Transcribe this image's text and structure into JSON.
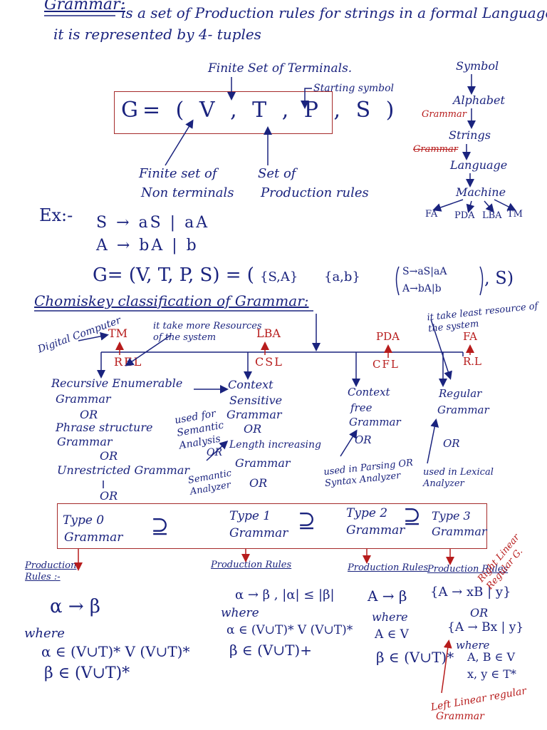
{
  "header": {
    "title": "Grammar:",
    "definition": "is a set of Production rules for strings in a formal Language",
    "tuple_note": "it is represented by 4- tuples"
  },
  "tuple": {
    "formula": "G= ( V , T , P , S )",
    "finite_terminals": "Finite Set of Terminals.",
    "starting_symbol": "Starting symbol",
    "finite_nonterminals_1": "Finite set of",
    "finite_nonterminals_2": "Non terminals",
    "production_rules_1": "Set of",
    "production_rules_2": "Production rules"
  },
  "hierarchy": {
    "items": [
      "Symbol",
      "Alphabet",
      "Strings",
      "Language",
      "Machine"
    ],
    "grammar_label": "Grammar",
    "struck_label": "Grammar",
    "machines": [
      "FA",
      "PDA",
      "LBA",
      "TM"
    ]
  },
  "example": {
    "label": "Ex:-",
    "rule1": "S → aS | aA",
    "rule2": "A → bA | b",
    "full": "G= (V, T, P, S) = ( {S, A}, {a, b}, { S→aS|aA ; A→bA|b }, S)",
    "set_v": "{S,A}",
    "set_t": "{a,b}",
    "set_p1": "S→aS|aA",
    "set_p2": "A→bA|b"
  },
  "chomsky": {
    "heading": "Chomiskey classification of Grammar:",
    "digital_computer": "Digital Computer",
    "takes_more": "it take more Resources of the system",
    "takes_least": "it take least resource of the system",
    "col1": {
      "machine": "TM",
      "lang": "REL",
      "names": [
        "Recursive Enumerable",
        "Grammar",
        "OR",
        "Phrase structure",
        "Grammar",
        "OR",
        "Unrestricted Grammar"
      ],
      "or_below": "OR",
      "type": [
        "Type 0",
        "Grammar"
      ],
      "prod_heading": "Production Rules :-",
      "rule": "α → β",
      "where": "where",
      "cond1": "α ∈ (V∪T)* V (V∪T)*",
      "cond2": "β ∈ (V∪T)*"
    },
    "col2": {
      "machine": "LBA",
      "lang": "CSL",
      "names": [
        "Context",
        "Sensitive",
        "Grammar",
        "OR",
        "Length increasing",
        "Grammar"
      ],
      "used1": "used for Semantic Analysis",
      "or1": "OR",
      "used2": "Semantic Analyzer",
      "or_below": "OR",
      "type": [
        "Type 1",
        "Grammar"
      ],
      "prod_heading": "Production Rules",
      "rule": "α → β , |α| ≤ |β|",
      "where": "where",
      "cond1": "α ∈ (V∪T)* V (V∪T)*",
      "cond2": "β ∈ (V∪T)+"
    },
    "col3": {
      "machine": "PDA",
      "lang": "CFL",
      "names": [
        "Context",
        "free",
        "Grammar",
        "OR"
      ],
      "used": "used in Parsing OR Syntax Analyzer",
      "type": [
        "Type 2",
        "Grammar"
      ],
      "prod_heading": "Production Rules",
      "rule": "A → β",
      "where": "where",
      "cond1": "A ∈ V",
      "cond2": "β ∈ (V∪T)*"
    },
    "col4": {
      "machine": "FA",
      "lang": "R.L",
      "names": [
        "Regular",
        "Grammar"
      ],
      "or": "OR",
      "used": "used in Lexical Analyzer",
      "type": [
        "Type 3",
        "Grammar"
      ],
      "prod_heading": "Production Rules",
      "rule1": "{A → xB | y}",
      "or_mid": "OR",
      "rule2": "{A → Bx | y}",
      "where": "where",
      "cond1": "A, B ∈ V",
      "cond2": "x, y ∈ T*",
      "right_linear": "Right Linear Regular G.",
      "left_linear_1": "Left Linear regular",
      "left_linear_2": "Grammar"
    },
    "superset": "⊇"
  },
  "colors": {
    "ink": "#1a237e",
    "red": "#b71c1c",
    "box": "#a52a2a"
  }
}
